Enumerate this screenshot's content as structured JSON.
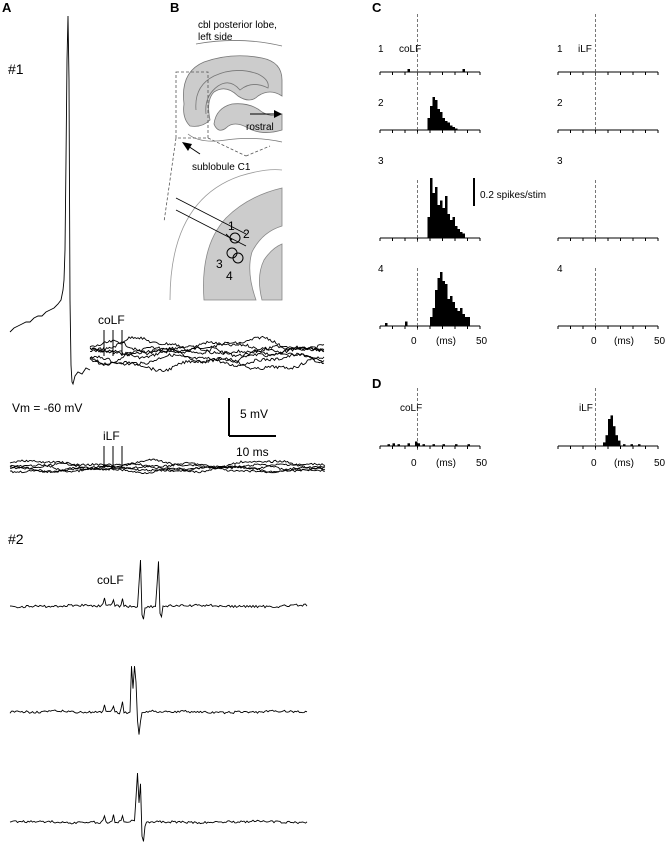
{
  "panels": {
    "A": "A",
    "B": "B",
    "C": "C",
    "D": "D"
  },
  "panel_a": {
    "cell1_label": "#1",
    "cell2_label": "#2",
    "colf_label": "coLF",
    "ilf_label": "iLF",
    "vm_label": "Vm = -60 mV",
    "scale_v": "5 mV",
    "scale_t": "10 ms",
    "colf2_label": "coLF"
  },
  "panel_b": {
    "title_line1": "cbl posterior lobe,",
    "title_line2": "left side",
    "rostral": "rostral",
    "sublobule": "sublobule C1",
    "site_labels": [
      "1",
      "2",
      "3",
      "4"
    ]
  },
  "panel_c": {
    "left_header": "coLF",
    "right_header": "iLF",
    "row_labels": [
      "1",
      "2",
      "3",
      "4"
    ],
    "scale_label": "0.2 spikes/stim",
    "tick_0": "0",
    "tick_50": "50",
    "unit": "(ms)"
  },
  "panel_d": {
    "left_header": "coLF",
    "right_header": "iLF",
    "tick_0": "0",
    "tick_50": "50",
    "unit": "(ms)"
  },
  "chart_data": [
    {
      "type": "bar",
      "panel": "C",
      "column": "coLF",
      "xlim": [
        -30,
        50
      ],
      "bin_ms": 2,
      "series": [
        {
          "name": "1",
          "x": [
            -8,
            36
          ],
          "values": [
            0.02,
            0.02
          ]
        },
        {
          "name": "2",
          "x": [
            8,
            10,
            12,
            14,
            16,
            18,
            20,
            22,
            24,
            26,
            28,
            30
          ],
          "values": [
            0.08,
            0.16,
            0.22,
            0.2,
            0.14,
            0.12,
            0.08,
            0.06,
            0.05,
            0.03,
            0.02,
            0.01
          ]
        },
        {
          "name": "3",
          "x": [
            8,
            10,
            12,
            14,
            16,
            18,
            20,
            22,
            24,
            26,
            28,
            30,
            32,
            34,
            36
          ],
          "values": [
            0.14,
            0.4,
            0.3,
            0.34,
            0.22,
            0.25,
            0.2,
            0.28,
            0.16,
            0.12,
            0.14,
            0.08,
            0.06,
            0.04,
            0.03
          ]
        },
        {
          "name": "4",
          "x": [
            -26,
            -10,
            10,
            12,
            14,
            16,
            18,
            20,
            22,
            24,
            26,
            28,
            30,
            32,
            34,
            36,
            38,
            40
          ],
          "values": [
            0.02,
            0.03,
            0.06,
            0.12,
            0.24,
            0.32,
            0.36,
            0.3,
            0.28,
            0.18,
            0.2,
            0.16,
            0.12,
            0.1,
            0.12,
            0.08,
            0.06,
            0.06
          ]
        }
      ]
    },
    {
      "type": "bar",
      "panel": "C",
      "column": "iLF",
      "xlim": [
        -30,
        50
      ],
      "series": [
        {
          "name": "1",
          "x": [],
          "values": []
        },
        {
          "name": "2",
          "x": [],
          "values": []
        },
        {
          "name": "3",
          "x": [],
          "values": []
        },
        {
          "name": "4",
          "x": [],
          "values": []
        }
      ]
    },
    {
      "type": "bar",
      "panel": "D",
      "column": "coLF",
      "xlim": [
        -30,
        50
      ],
      "x": [
        -24,
        -20,
        -16,
        -8,
        -2,
        0,
        4,
        12,
        20,
        30,
        40
      ],
      "values": [
        0.02,
        0.03,
        0.02,
        0.03,
        0.05,
        0.03,
        0.02,
        0.02,
        0.02,
        0.02,
        0.02
      ]
    },
    {
      "type": "bar",
      "panel": "D",
      "column": "iLF",
      "xlim": [
        -30,
        50
      ],
      "x": [
        6,
        8,
        10,
        12,
        14,
        16,
        18,
        22,
        28,
        34
      ],
      "values": [
        0.04,
        0.12,
        0.3,
        0.34,
        0.22,
        0.12,
        0.06,
        0.02,
        0.02,
        0.02
      ]
    }
  ]
}
